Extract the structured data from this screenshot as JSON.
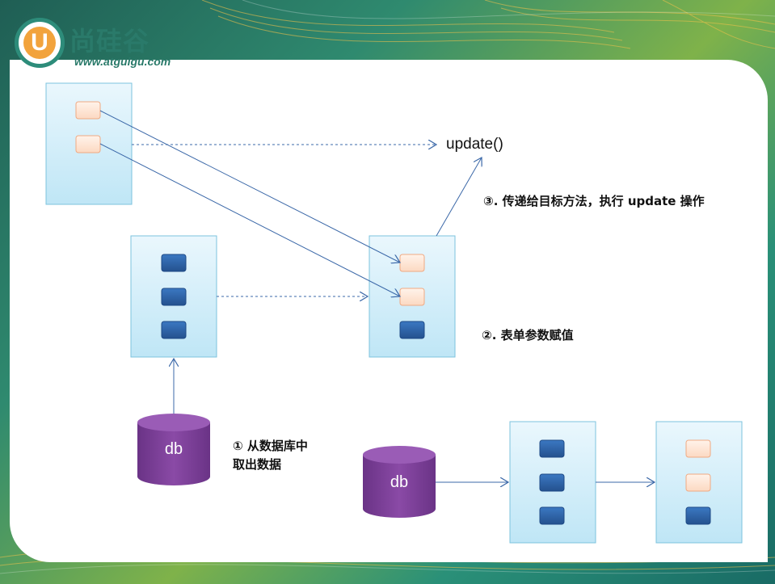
{
  "logo": {
    "letter": "U",
    "brand_cn": "尚硅谷",
    "url": "www.atguigu.com"
  },
  "labels": {
    "update_method": "update()",
    "step3": "③. 传递给目标方法，执行 update 操作",
    "step2": "②. 表单参数赋值",
    "step1_line1": "① 从数据库中",
    "step1_line2": "取出数据"
  },
  "databases": {
    "db1": "db",
    "db2": "db"
  },
  "colors": {
    "panel_fill_top": "#eaf7fd",
    "panel_fill_bottom": "#bfe6f6",
    "panel_border": "#7cc3de",
    "field_orange_fill": "#fde6d6",
    "field_orange_border": "#f0a982",
    "field_blue_fill": "#2f66ad",
    "arrow": "#3b68a8",
    "db_purple": "#7a3f96"
  }
}
